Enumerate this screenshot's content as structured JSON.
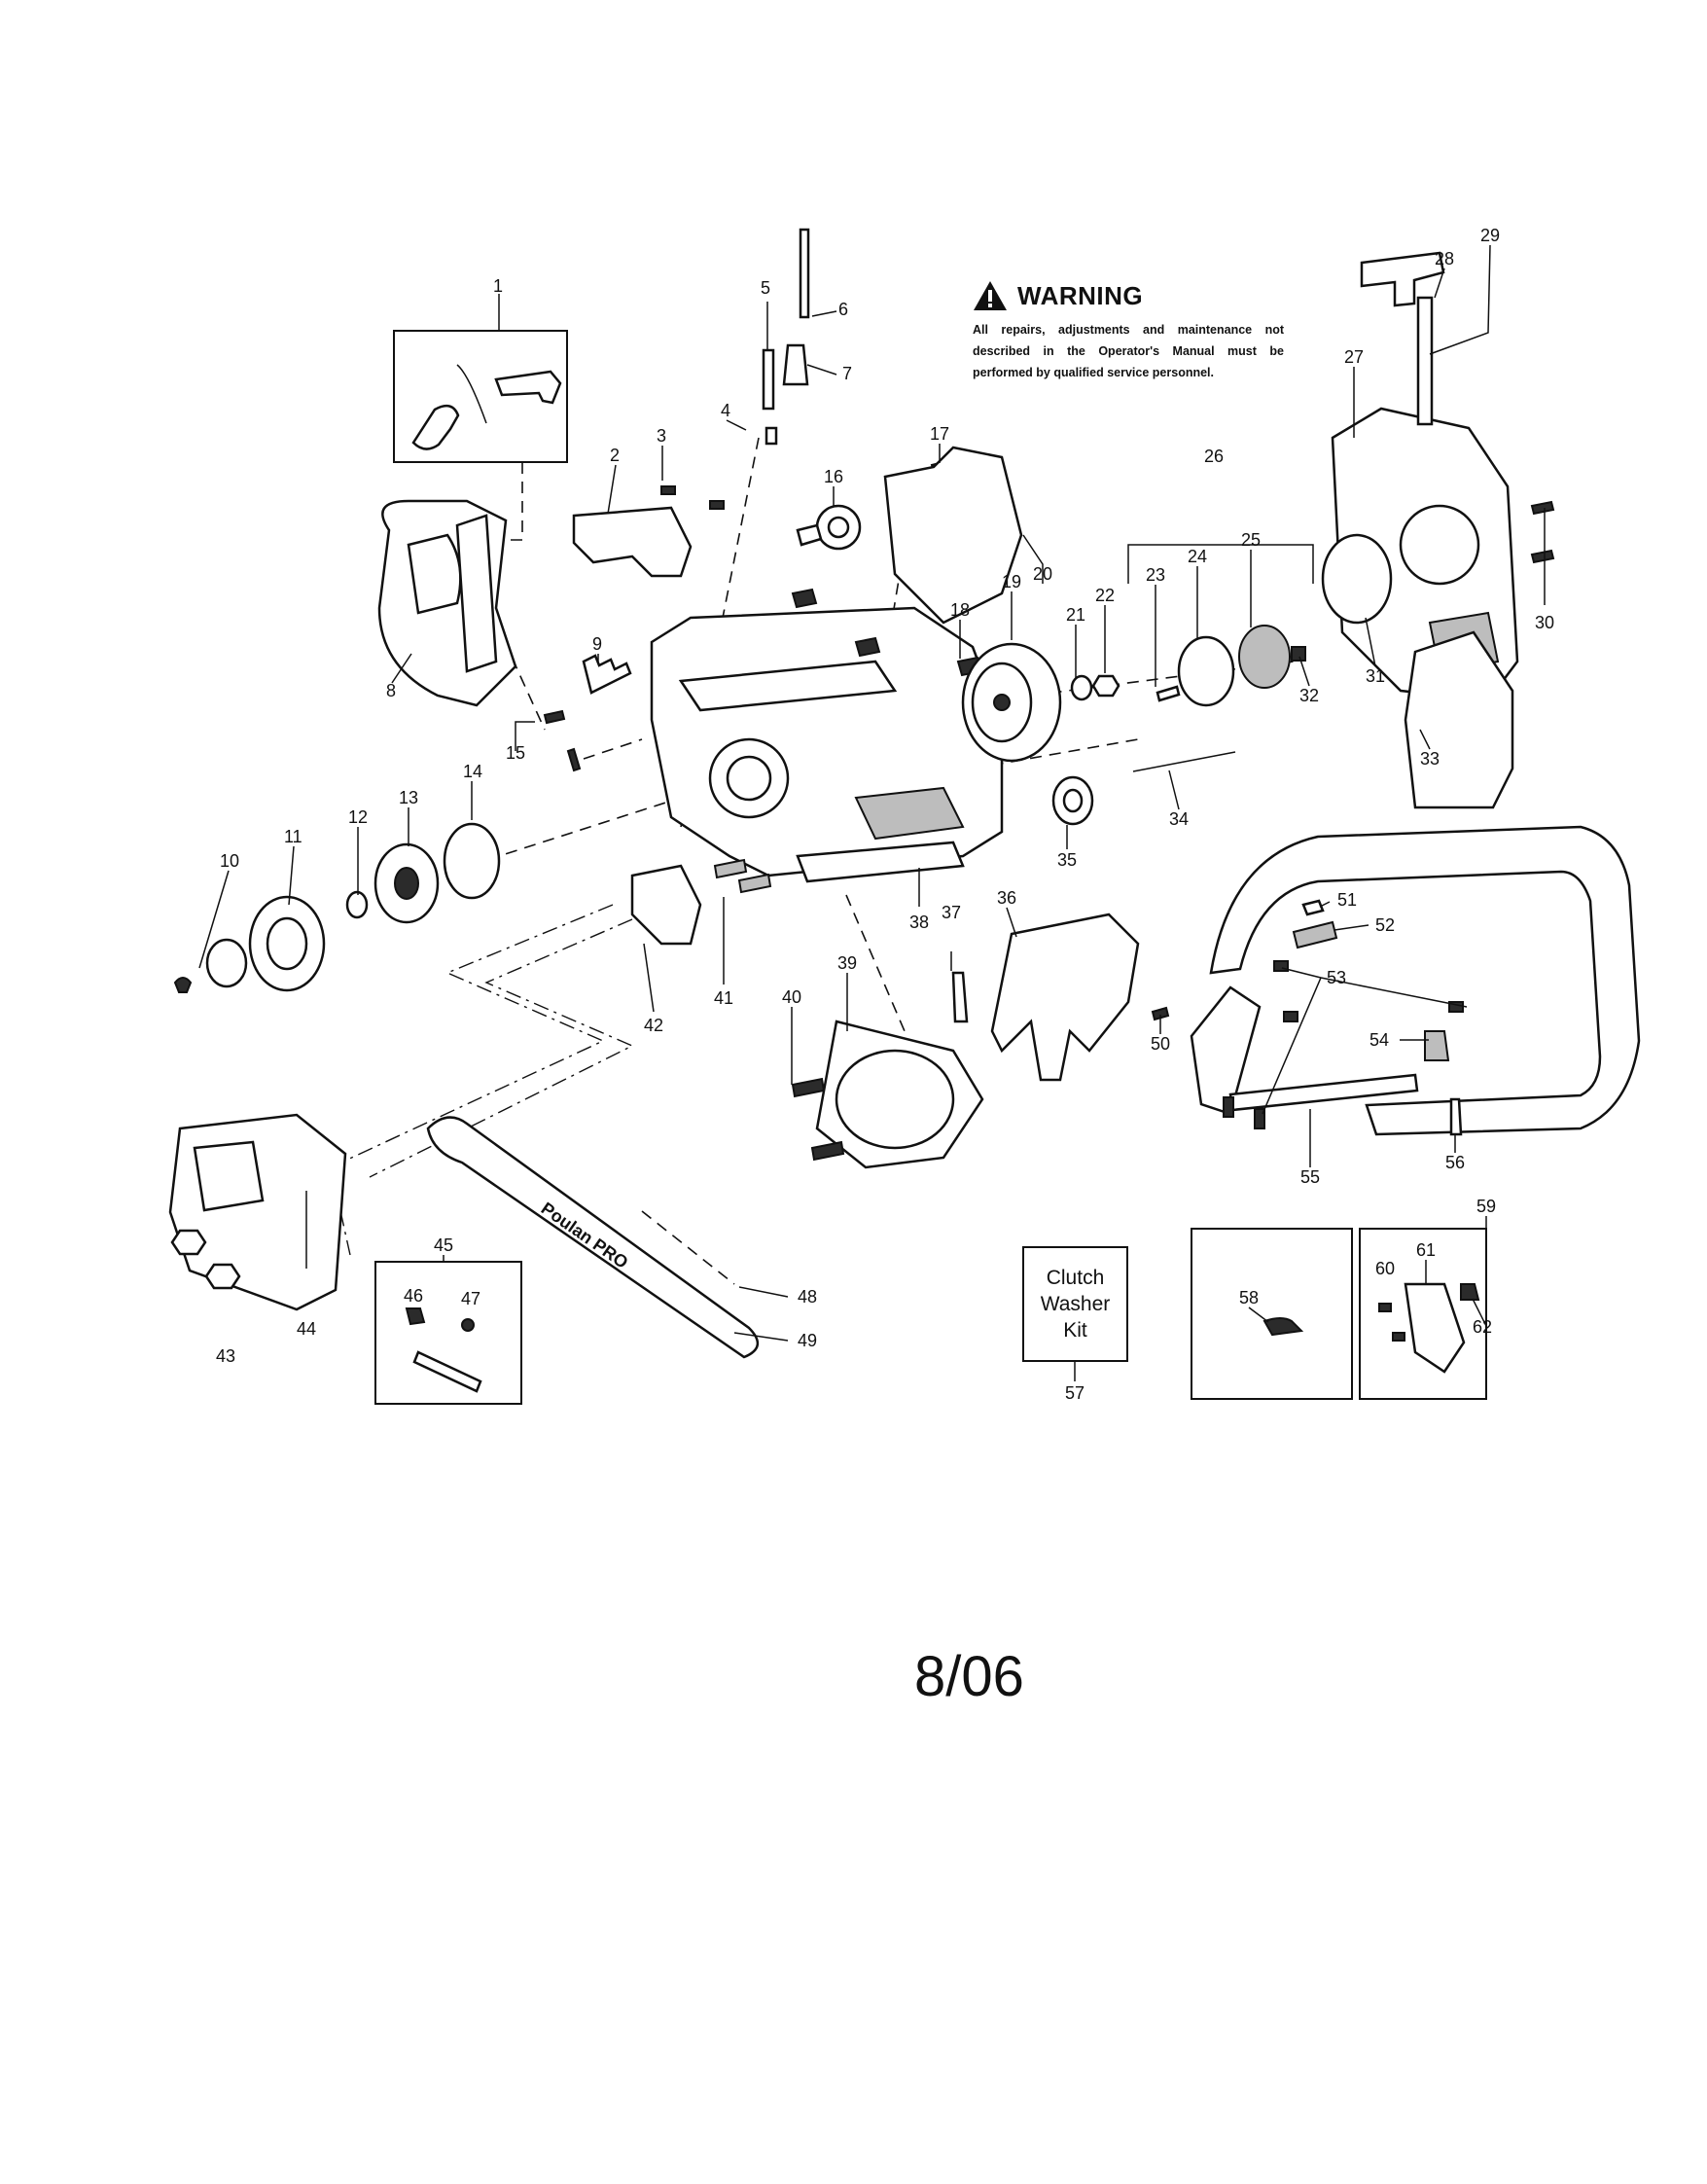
{
  "warning": {
    "title": "WARNING",
    "text": "All repairs, adjustments and maintenance not described in the Operator's Manual must be performed by qualified service personnel."
  },
  "kit_box": {
    "text": "Clutch\nWasher\nKit"
  },
  "date_code": "8/06",
  "part_labels": [
    "1",
    "2",
    "3",
    "4",
    "5",
    "6",
    "7",
    "8",
    "9",
    "10",
    "11",
    "12",
    "13",
    "14",
    "15",
    "16",
    "17",
    "18",
    "19",
    "20",
    "21",
    "22",
    "23",
    "24",
    "25",
    "26",
    "27",
    "28",
    "29",
    "30",
    "31",
    "32",
    "33",
    "34",
    "35",
    "36",
    "37",
    "38",
    "39",
    "40",
    "41",
    "42",
    "43",
    "44",
    "45",
    "46",
    "47",
    "48",
    "49",
    "50",
    "51",
    "52",
    "53",
    "54",
    "55",
    "56",
    "57",
    "58",
    "59",
    "60",
    "61",
    "62"
  ],
  "bar_brand": "Poulan PRO",
  "icons": {
    "warning": "warning-triangle-icon"
  },
  "colors": {
    "ink": "#111111",
    "paper": "#ffffff"
  }
}
